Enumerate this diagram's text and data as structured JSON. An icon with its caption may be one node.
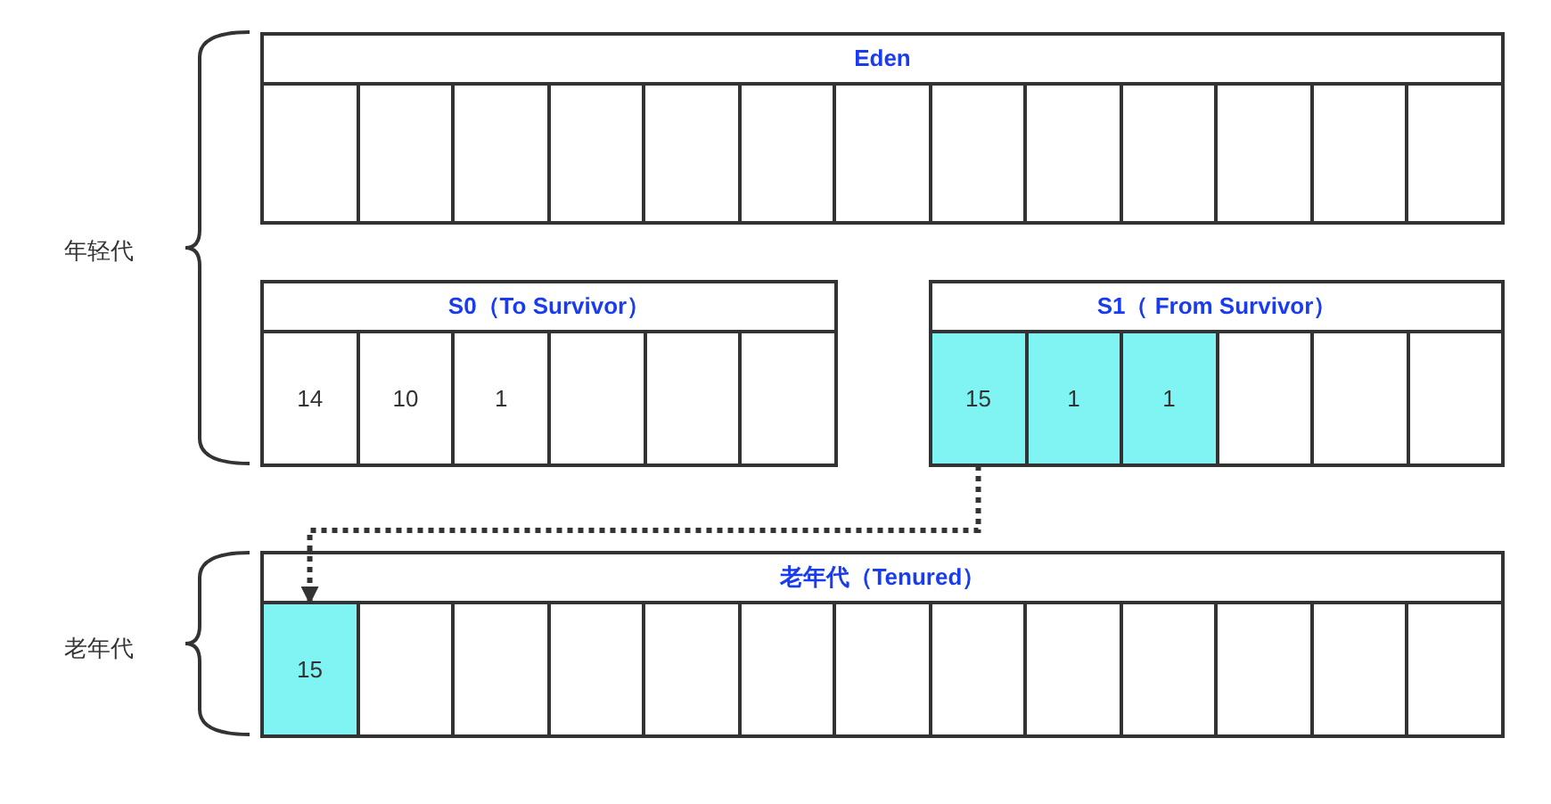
{
  "diagram": {
    "nodes": [
      {
        "text": [
          "Eden"
        ]
      },
      {
        "text": [],
        "shape": "box",
        "in": 0
      },
      {
        "text": [],
        "shape": "box",
        "in": 0
      },
      {
        "text": [],
        "shape": "box",
        "in": 0
      },
      {
        "text": [],
        "shape": "box",
        "in": 0
      },
      {
        "text": [],
        "shape": "box",
        "in": 0
      },
      {
        "text": [],
        "shape": "box",
        "in": 0
      },
      {
        "text": [],
        "shape": "box",
        "in": 0
      },
      {
        "text": [],
        "shape": "box",
        "in": 0
      },
      {
        "text": [],
        "shape": "box",
        "in": 0
      },
      {
        "text": [],
        "shape": "box",
        "in": 0
      },
      {
        "text": [],
        "shape": "box",
        "in": 0
      },
      {
        "text": [],
        "shape": "box",
        "in": 0
      },
      {
        "text": [],
        "shape": "box",
        "in": 0
      },
      {
        "text": [
          "S0（To Survivor）"
        ]
      },
      {
        "text": [
          "14"
        ],
        "in": 14
      },
      {
        "text": [
          "10"
        ],
        "in": 14
      },
      {
        "text": [
          "1"
        ],
        "in": 14
      },
      {
        "text": [],
        "shape": "box",
        "in": 14
      },
      {
        "text": [],
        "shape": "box",
        "in": 14
      },
      {
        "text": [],
        "shape": "box",
        "in": 14
      },
      {
        "text": [
          "S1（ From Survivor）"
        ]
      },
      {
        "text": [
          "15"
        ],
        "in": 21
      },
      {
        "text": [
          "1"
        ],
        "in": 21
      },
      {
        "text": [
          "1"
        ],
        "in": 21
      },
      {
        "text": [],
        "shape": "box",
        "in": 21
      },
      {
        "text": [],
        "shape": "box",
        "in": 21
      },
      {
        "text": [],
        "shape": "box",
        "in": 21
      },
      {
        "text": [
          "老年代（Tenured）"
        ]
      },
      {
        "text": [
          "15"
        ],
        "in": 28
      },
      {
        "text": [],
        "shape": "box",
        "in": 28
      },
      {
        "text": [],
        "shape": "box",
        "in": 28
      },
      {
        "text": [],
        "shape": "box",
        "in": 28
      },
      {
        "text": [],
        "shape": "box",
        "in": 28
      },
      {
        "text": [],
        "shape": "box",
        "in": 28
      },
      {
        "text": [],
        "shape": "box",
        "in": 28
      },
      {
        "text": [],
        "shape": "box",
        "in": 28
      },
      {
        "text": [],
        "shape": "box",
        "in": 28
      },
      {
        "text": [],
        "shape": "box",
        "in": 28
      },
      {
        "text": [],
        "shape": "box",
        "in": 28
      },
      {
        "text": [],
        "shape": "box",
        "in": 28
      },
      {
        "text": [],
        "shape": "box",
        "in": 28
      }
    ],
    "edges": [
      {
        "from": 22,
        "to": 29,
        "arrow": "to",
        "style": "dashed"
      }
    ],
    "labels": [
      "年轻代",
      "老年代"
    ]
  }
}
